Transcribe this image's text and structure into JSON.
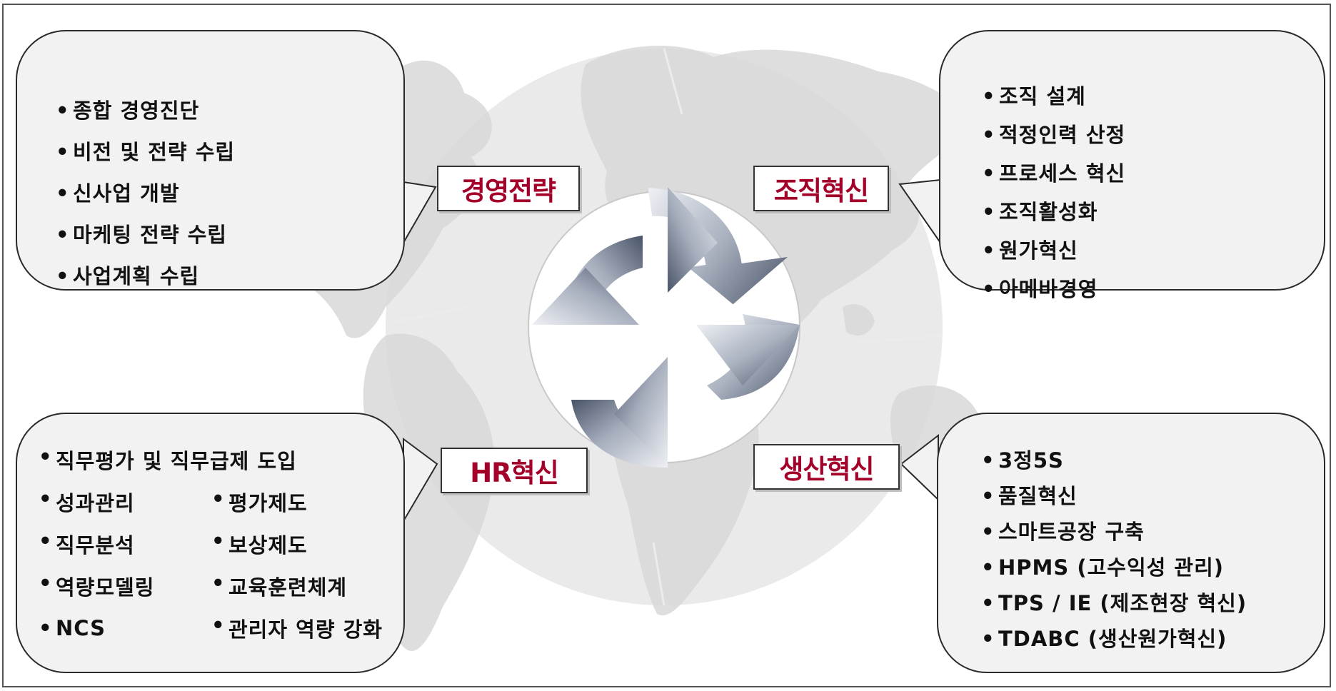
{
  "labels": {
    "strategy": "경영전략",
    "organization": "조직혁신",
    "hr": "HR혁신",
    "production": "생산혁신"
  },
  "strategy_items": [
    "종합 경영진단",
    "비전 및 전략 수립",
    "신사업 개발",
    "마케팅 전략 수립",
    "사업계획 수립"
  ],
  "organization_items": [
    "조직 설계",
    "적정인력 산정",
    "프로세스 혁신",
    "조직활성화",
    "원가혁신",
    "아메바경영"
  ],
  "hr_items": {
    "full_row": "직무평가 및 직무급제 도입",
    "left_column": [
      "성과관리",
      "직무분석",
      "역량모델링",
      "NCS"
    ],
    "right_column": [
      "평가제도",
      "보상제도",
      "교육훈련체계",
      "관리자 역량 강화"
    ]
  },
  "production_items": [
    "3정5S",
    "품질혁신",
    "스마트공장 구축",
    "HPMS (고수익성 관리)",
    "TPS / IE (제조현장 혁신)",
    "TDABC (생산원가혁신)"
  ],
  "colors": {
    "label_text": "#a3002a",
    "bubble_fill": "#f2f2f2",
    "arrow_dark": "#4a5468",
    "map_gray": "#dedede"
  },
  "icons": [
    "world-map-icon",
    "cycle-arrows-icon"
  ]
}
